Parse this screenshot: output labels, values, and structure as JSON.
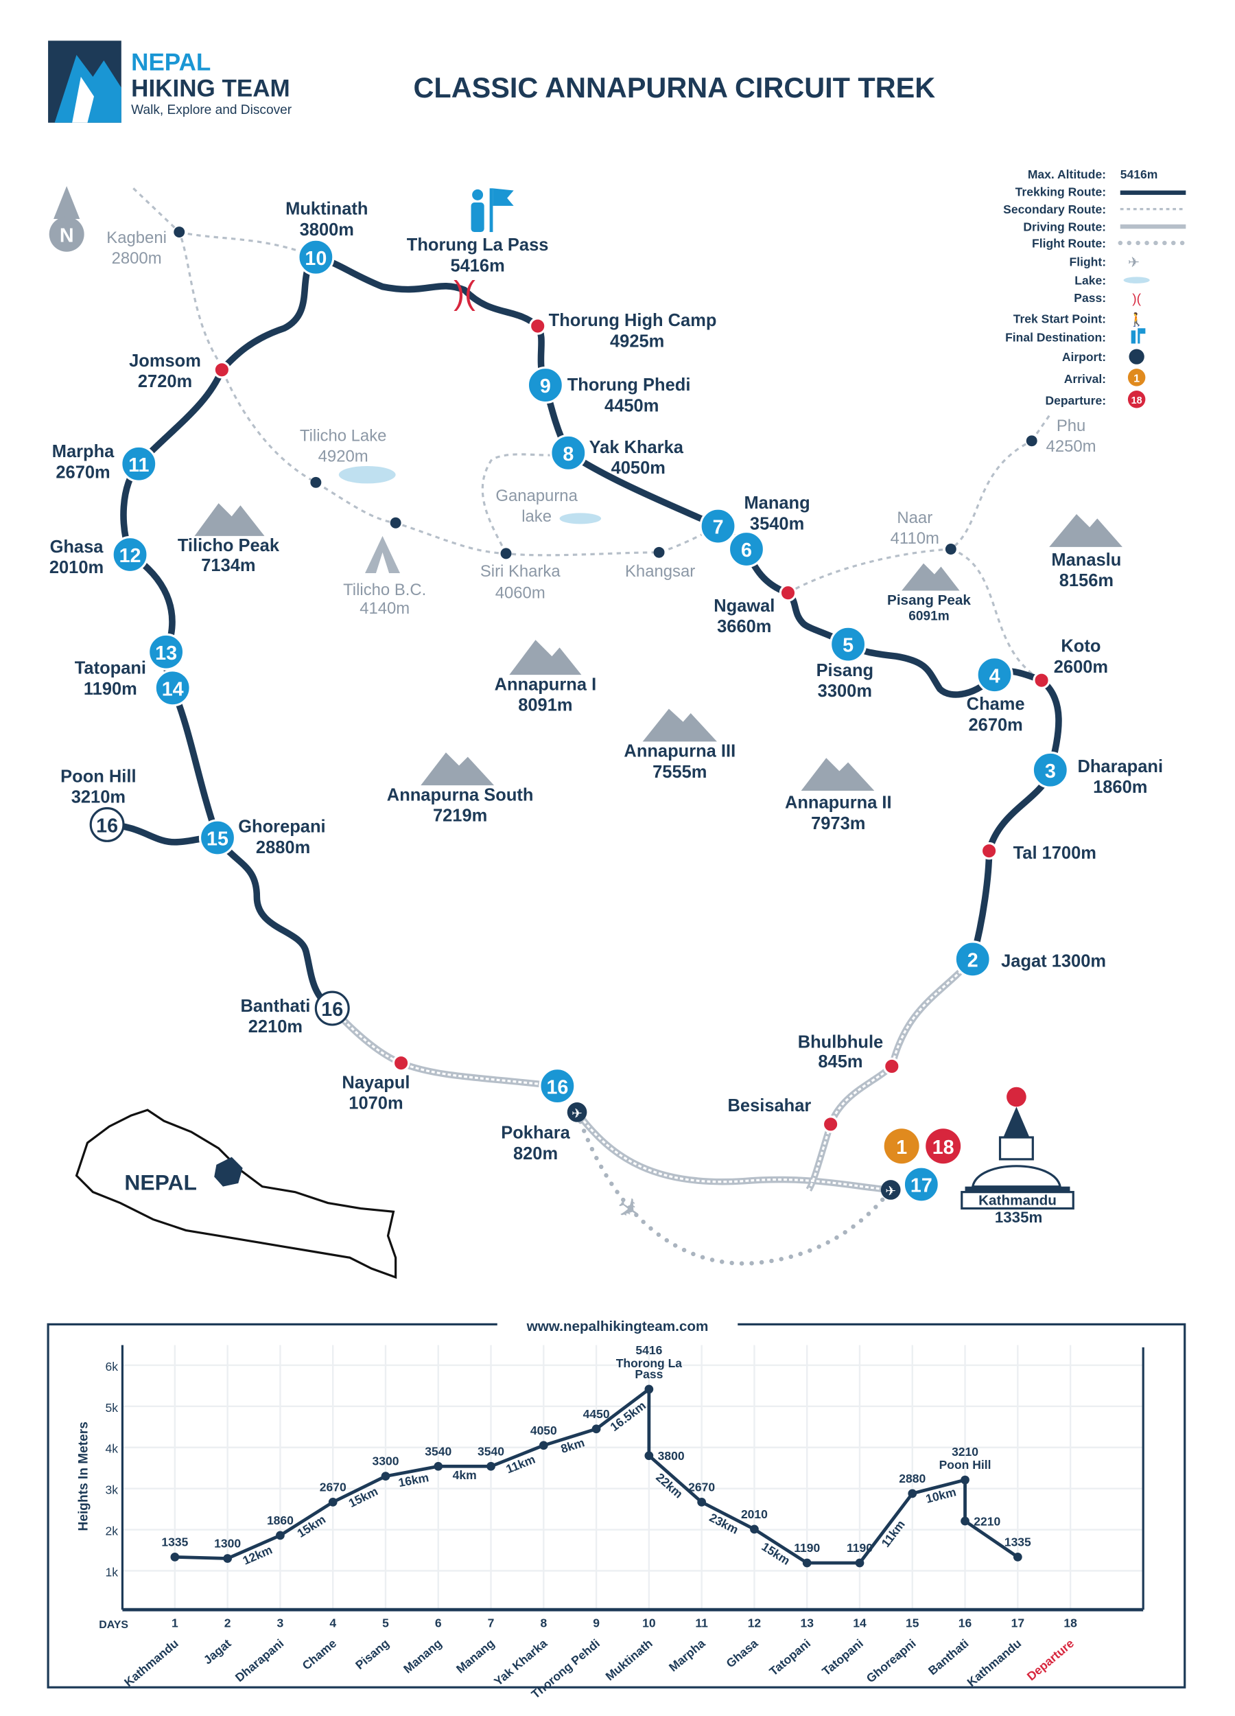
{
  "brand": {
    "line1": "NEPAL",
    "line2": "HIKING TEAM",
    "tagline": "Walk, Explore and Discover"
  },
  "title": "CLASSIC ANNAPURNA CIRCUIT TREK",
  "compass": "N",
  "colors": {
    "navy": "#1d3a57",
    "blue": "#1a96d4",
    "red": "#d7263d",
    "orange": "#e08a1e",
    "gray": "#9aa5b1",
    "lake": "#bfe0f0"
  },
  "legend": {
    "max_altitude_label": "Max. Altitude:",
    "max_altitude_value": "5416m",
    "trekking": "Trekking Route:",
    "secondary": "Secondary Route:",
    "driving": "Driving Route:",
    "flight_route": "Flight Route:",
    "flight": "Flight:",
    "lake": "Lake:",
    "pass": "Pass:",
    "start": "Trek Start Point:",
    "final": "Final Destination:",
    "airport": "Airport:",
    "arrival": "Arrival:",
    "arrival_num": "1",
    "departure": "Departure:",
    "departure_num": "18"
  },
  "places": {
    "kagbeni": {
      "name": "Kagbeni",
      "alt": "2800m"
    },
    "muktinath": {
      "name": "Muktinath",
      "alt": "3800m",
      "day": "10"
    },
    "thorungla": {
      "name": "Thorung La Pass",
      "alt": "5416m"
    },
    "highcamp": {
      "name": "Thorung High Camp",
      "alt": "4925m"
    },
    "phedi": {
      "name": "Thorung Phedi",
      "alt": "4450m",
      "day": "9"
    },
    "yakkharka": {
      "name": "Yak Kharka",
      "alt": "4050m",
      "day": "8"
    },
    "manang": {
      "name": "Manang",
      "alt": "3540m",
      "day_a": "7",
      "day_b": "6"
    },
    "ngawal": {
      "name": "Ngawal",
      "alt": "3660m"
    },
    "pisang": {
      "name": "Pisang",
      "alt": "3300m",
      "day": "5"
    },
    "chame": {
      "name": "Chame",
      "alt": "2670m",
      "day": "4"
    },
    "koto": {
      "name": "Koto",
      "alt": "2600m"
    },
    "dharapani": {
      "name": "Dharapani",
      "alt": "1860m",
      "day": "3"
    },
    "tal": {
      "label": "Tal 1700m"
    },
    "jagat": {
      "label": "Jagat 1300m",
      "day": "2"
    },
    "bhulbhule": {
      "name": "Bhulbhule",
      "alt": "845m"
    },
    "besisahar": {
      "name": "Besisahar"
    },
    "kathmandu": {
      "name": "Kathmandu",
      "alt": "1335m",
      "day_arrival": "1",
      "day_departure": "18",
      "day_return": "17"
    },
    "pokhara": {
      "name": "Pokhara",
      "alt": "820m",
      "day": "16"
    },
    "nayapul": {
      "name": "Nayapul",
      "alt": "1070m"
    },
    "banthati": {
      "name": "Banthati",
      "alt": "2210m",
      "day": "16"
    },
    "ghorepani": {
      "name": "Ghorepani",
      "alt": "2880m",
      "day": "15"
    },
    "poonhill": {
      "name": "Poon Hill",
      "alt": "3210m",
      "day": "16"
    },
    "tatopani": {
      "name": "Tatopani",
      "alt": "1190m",
      "day_a": "13",
      "day_b": "14"
    },
    "ghasa": {
      "name": "Ghasa",
      "alt": "2010m",
      "day": "12"
    },
    "marpha": {
      "name": "Marpha",
      "alt": "2670m",
      "day": "11"
    },
    "jomsom": {
      "name": "Jomsom",
      "alt": "2720m"
    },
    "tilicholake": {
      "name": "Tilicho Lake",
      "alt": "4920m"
    },
    "tilichobc": {
      "name": "Tilicho B.C.",
      "alt": "4140m"
    },
    "sirikharka": {
      "name": "Siri Kharka",
      "alt": "4060m"
    },
    "ganapurna": {
      "name": "Ganapurna",
      "alt": "lake"
    },
    "khangsar": {
      "name": "Khangsar"
    },
    "naar": {
      "name": "Naar",
      "alt": "4110m"
    },
    "phu": {
      "name": "Phu",
      "alt": "4250m"
    }
  },
  "mountains": {
    "tilicho": {
      "name": "Tilicho Peak",
      "alt": "7134m"
    },
    "annapurna1": {
      "name": "Annapurna I",
      "alt": "8091m"
    },
    "annapurna3": {
      "name": "Annapurna III",
      "alt": "7555m"
    },
    "annapurnas": {
      "name": "Annapurna South",
      "alt": "7219m"
    },
    "annapurna2": {
      "name": "Annapurna II",
      "alt": "7973m"
    },
    "pisangpeak": {
      "name": "Pisang Peak",
      "alt": "6091m"
    },
    "manaslu": {
      "name": "Manaslu",
      "alt": "8156m"
    }
  },
  "inset": {
    "country": "NEPAL"
  },
  "chart_data": {
    "type": "line",
    "title": "www.nepalhikingteam.com",
    "ylabel": "Heights In Meters",
    "xlabel": "DAYS",
    "ylim": [
      0,
      6500
    ],
    "yticks": [
      "1k",
      "2k",
      "3k",
      "4k",
      "5k",
      "6k"
    ],
    "grid": true,
    "days": [
      1,
      2,
      3,
      4,
      5,
      6,
      7,
      8,
      9,
      10,
      11,
      12,
      13,
      14,
      15,
      16,
      17,
      18
    ],
    "day_places": [
      "Kathmandu",
      "Jagat",
      "Dharapani",
      "Chame",
      "Pisang",
      "Manang",
      "Manang",
      "Yak Kharka",
      "Thorong Pehdi",
      "Muktinath",
      "Marpha",
      "Ghasa",
      "Tatopani",
      "Tatopani",
      "Ghoreapni",
      "Banthati",
      "Kathmandu",
      "Departure"
    ],
    "points": [
      {
        "day": 1,
        "alt": 1335,
        "label": "1335"
      },
      {
        "day": 2,
        "alt": 1300,
        "label": "1300"
      },
      {
        "day": 3,
        "alt": 1860,
        "label": "1860",
        "dist": "12km"
      },
      {
        "day": 4,
        "alt": 2670,
        "label": "2670",
        "dist": "15km"
      },
      {
        "day": 5,
        "alt": 3300,
        "label": "3300",
        "dist": "15km"
      },
      {
        "day": 6,
        "alt": 3540,
        "label": "3540",
        "dist": "16km"
      },
      {
        "day": 7,
        "alt": 3540,
        "label": "3540",
        "dist": "4km"
      },
      {
        "day": 8,
        "alt": 4050,
        "label": "4050",
        "dist": "11km"
      },
      {
        "day": 9,
        "alt": 4450,
        "label": "4450",
        "dist": "8km"
      },
      {
        "day": 10,
        "alt": 5416,
        "label": "5416",
        "note": "Thorong La Pass",
        "dist": "16.5km"
      },
      {
        "day": 10,
        "alt": 3800,
        "label": "3800"
      },
      {
        "day": 11,
        "alt": 2670,
        "label": "2670",
        "dist": "22km"
      },
      {
        "day": 12,
        "alt": 2010,
        "label": "2010",
        "dist": "23km"
      },
      {
        "day": 13,
        "alt": 1190,
        "label": "1190",
        "dist": "15km"
      },
      {
        "day": 14,
        "alt": 1190,
        "label": "1190"
      },
      {
        "day": 15,
        "alt": 2880,
        "label": "2880",
        "dist": "11km"
      },
      {
        "day": 16,
        "alt": 3210,
        "label": "3210",
        "note": "Poon Hill",
        "dist": "10km"
      },
      {
        "day": 16,
        "alt": 2210,
        "label": "2210"
      },
      {
        "day": 17,
        "alt": 1335,
        "label": "1335"
      }
    ]
  }
}
